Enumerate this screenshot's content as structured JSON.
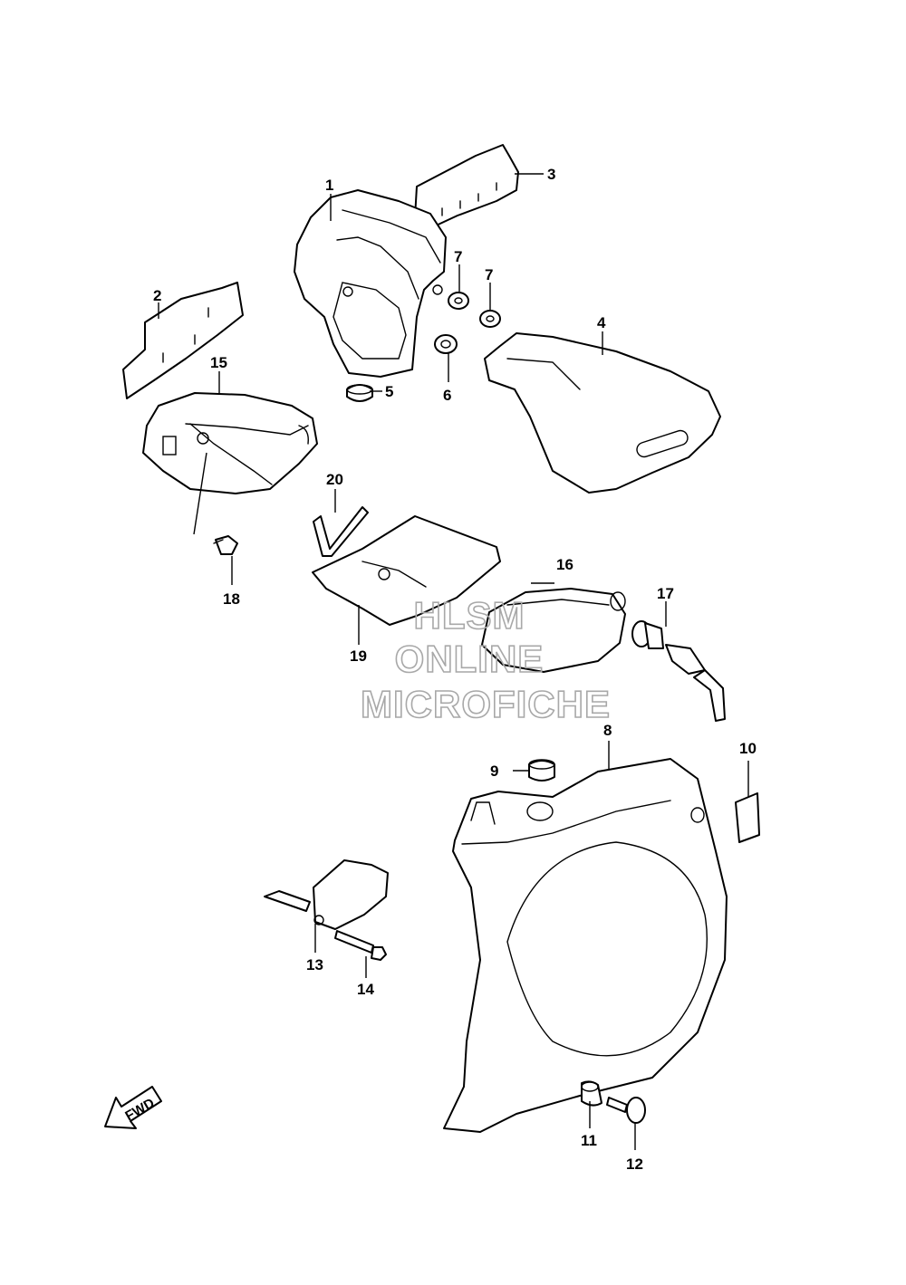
{
  "diagram": {
    "callouts": [
      "1",
      "2",
      "3",
      "4",
      "5",
      "6",
      "7",
      "7",
      "8",
      "9",
      "10",
      "11",
      "12",
      "13",
      "14",
      "15",
      "16",
      "17",
      "18",
      "19",
      "20"
    ],
    "watermark": {
      "line1": "HLSM",
      "line2": "ONLINE",
      "line3": "MICROFICHE"
    },
    "direction_label": "FWD"
  }
}
